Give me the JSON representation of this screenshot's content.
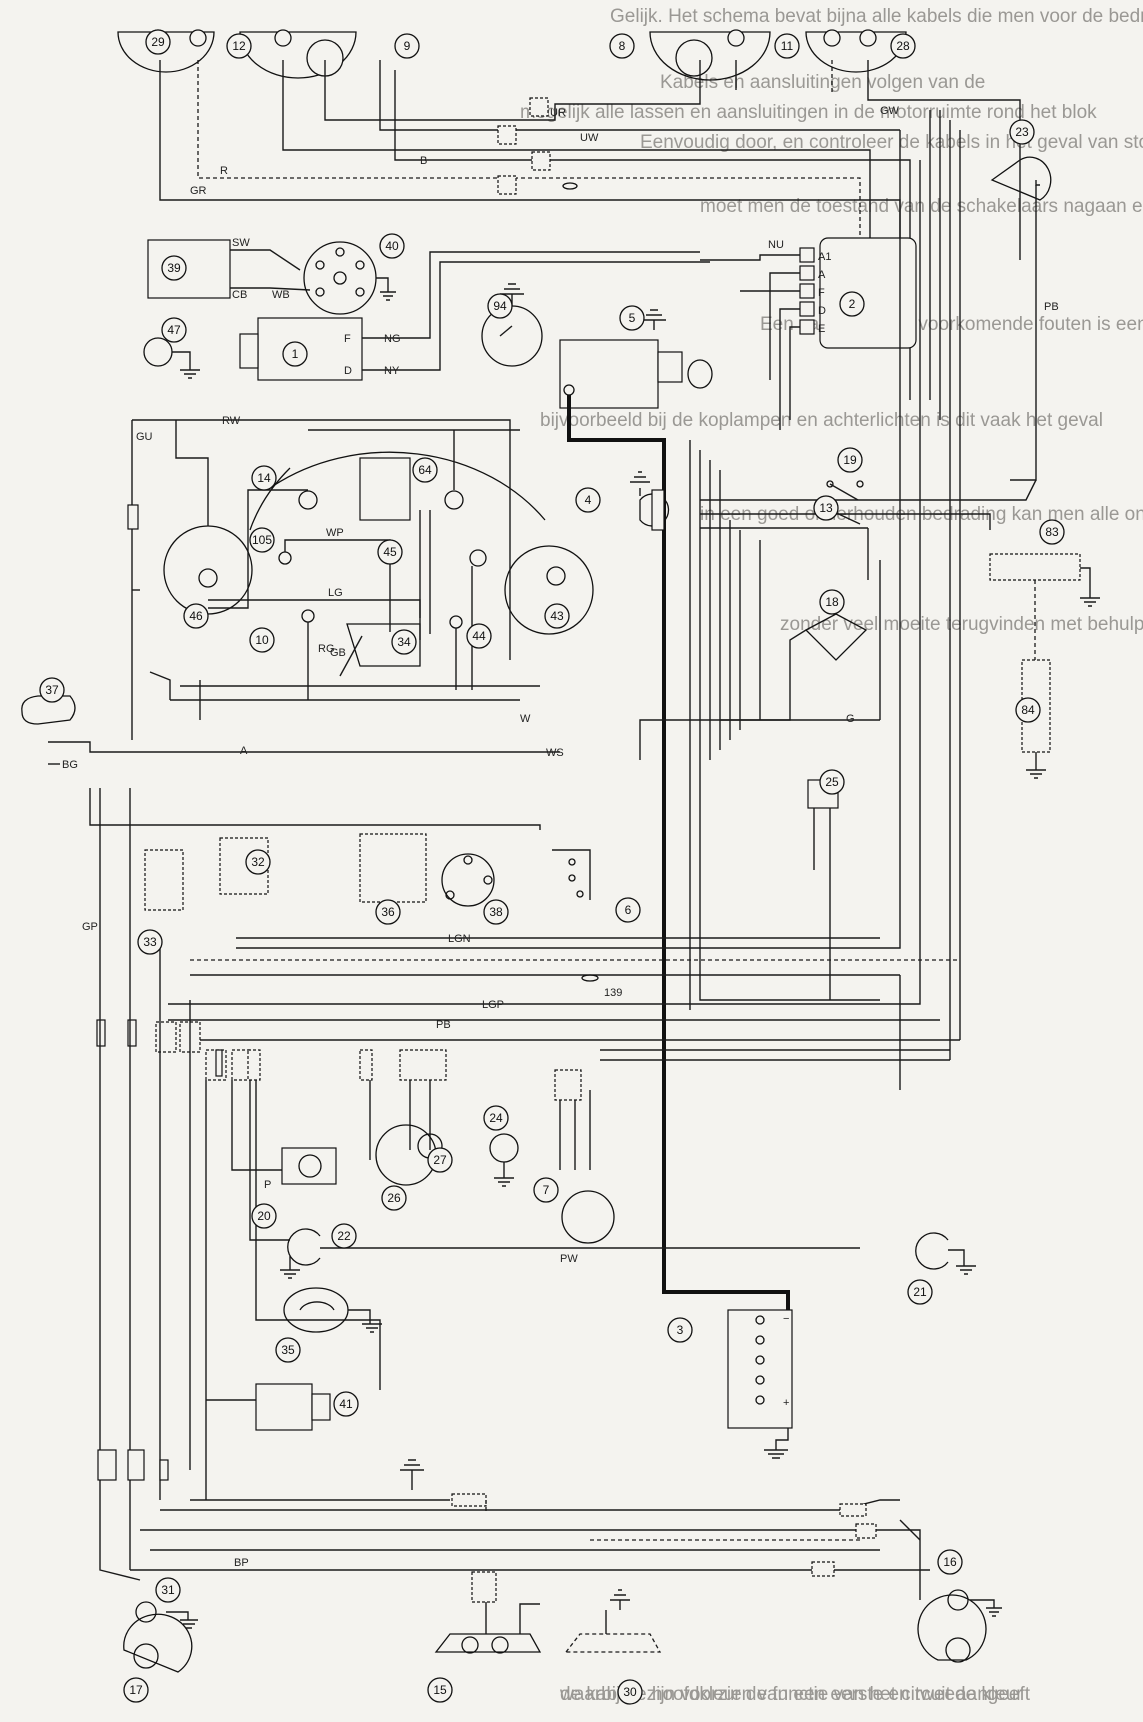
{
  "background_text_lines": [
    "Gelijk. Het schema bevat bijna alle kabels die men voor de bedrading nodig heeft",
    "Kabels en aansluitingen volgen van de",
    "mogelijk alle lassen en aansluitingen in de motorruimte rond het blok",
    "Eenvoudig door, en controleer de kabels in het geval van storingen of",
    "moet men de toestand van de schakelaars nagaan en alle contacten reinigen",
    "Een van de meest voorkomende fouten is een slecht massacontact",
    "bijvoorbeeld bij de koplampen en achterlichten is dit vaak het geval",
    "in een goed onderhouden bedrading kan men alle onderdelen",
    "zonder veel moeite terugvinden met behulp van de kleurcodes",
    "de kabels zijn voorzien van een eerste en tweede kleur",
    "waarbij de hoofdkleur de functie van het circuit aangeeft"
  ],
  "wire_labels": [
    {
      "id": "ur-top",
      "text": "UR"
    },
    {
      "id": "uw-top",
      "text": "UW"
    },
    {
      "id": "b-top",
      "text": "B"
    },
    {
      "id": "r-top",
      "text": "R"
    },
    {
      "id": "gr-top",
      "text": "GR"
    },
    {
      "id": "gw-top",
      "text": "GW"
    },
    {
      "id": "pb-right",
      "text": "PB"
    },
    {
      "id": "sw",
      "text": "SW"
    },
    {
      "id": "cb",
      "text": "CB"
    },
    {
      "id": "wb",
      "text": "WB"
    },
    {
      "id": "ng",
      "text": "NG"
    },
    {
      "id": "ny",
      "text": "NY"
    },
    {
      "id": "nu",
      "text": "NU"
    },
    {
      "id": "f",
      "text": "F"
    },
    {
      "id": "d",
      "text": "D"
    },
    {
      "id": "gu",
      "text": "GU"
    },
    {
      "id": "rw",
      "text": "RW"
    },
    {
      "id": "wp",
      "text": "WP"
    },
    {
      "id": "lg",
      "text": "LG"
    },
    {
      "id": "gb",
      "text": "GB"
    },
    {
      "id": "a",
      "text": "A"
    },
    {
      "id": "w",
      "text": "W"
    },
    {
      "id": "ws",
      "text": "WS"
    },
    {
      "id": "bg",
      "text": "BG"
    },
    {
      "id": "lgn",
      "text": "LGN"
    },
    {
      "id": "lgp",
      "text": "LGP"
    },
    {
      "id": "gp",
      "text": "GP"
    },
    {
      "id": "p",
      "text": "P"
    },
    {
      "id": "g",
      "text": "G"
    },
    {
      "id": "pw",
      "text": "PW"
    },
    {
      "id": "bp",
      "text": "BP"
    },
    {
      "id": "pb",
      "text": "PB"
    },
    {
      "id": "rg",
      "text": "RG"
    },
    {
      "id": "num-139",
      "text": "139"
    }
  ],
  "component_numbers": [
    "29",
    "12",
    "9",
    "8",
    "11",
    "28",
    "23",
    "39",
    "40",
    "2",
    "1",
    "47",
    "94",
    "5",
    "64",
    "14",
    "105",
    "45",
    "34",
    "46",
    "10",
    "43",
    "44",
    "4",
    "19",
    "13",
    "18",
    "83",
    "84",
    "37",
    "25",
    "32",
    "36",
    "38",
    "6",
    "33",
    "24",
    "26",
    "27",
    "7",
    "20",
    "22",
    "21",
    "35",
    "41",
    "3",
    "31",
    "17",
    "15",
    "30",
    "16"
  ],
  "battery_terminals": {
    "neg": "−",
    "pos": "+"
  },
  "module_pins": [
    "A1",
    "A",
    "F",
    "D",
    "E"
  ],
  "colors": {
    "ink": "#1a1a1a",
    "paper": "#f4f3ef",
    "ghost_text": "#9a9894"
  }
}
